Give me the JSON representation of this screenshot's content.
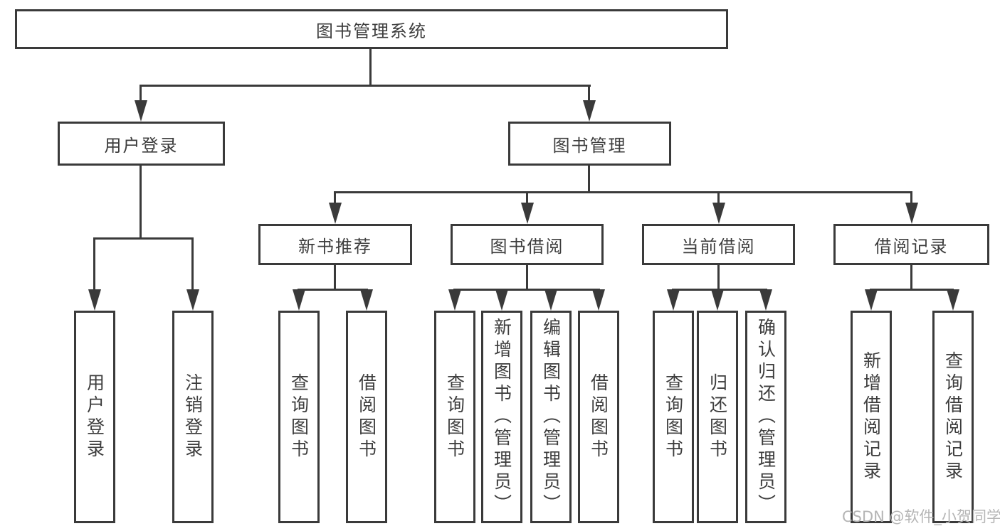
{
  "diagram": {
    "title_node": {
      "label": "图书管理系统"
    },
    "level2": [
      {
        "label": "用户登录"
      },
      {
        "label": "图书管理"
      }
    ],
    "level3": [
      {
        "label": "新书推荐"
      },
      {
        "label": "图书借阅"
      },
      {
        "label": "当前借阅"
      },
      {
        "label": "借阅记录"
      }
    ],
    "leaves": {
      "user_login": [
        "用户登录",
        "注销登录"
      ],
      "new_book": [
        "查询图书",
        "借阅图书"
      ],
      "book_borrow": [
        "查询图书",
        "新增图书（管理员）",
        "编辑图书（管理员）",
        "借阅图书"
      ],
      "current_borrow": [
        "查询图书",
        "归还图书",
        "确认归还（管理员）"
      ],
      "borrow_record": [
        "新增借阅记录",
        "查询借阅记录"
      ]
    }
  },
  "watermark": "CSDN @软件_小贺同学",
  "colors": {
    "line": "#3a3a3a",
    "text": "#3d3d3d",
    "watermark": "#b5b5b5",
    "background": "#ffffff"
  }
}
